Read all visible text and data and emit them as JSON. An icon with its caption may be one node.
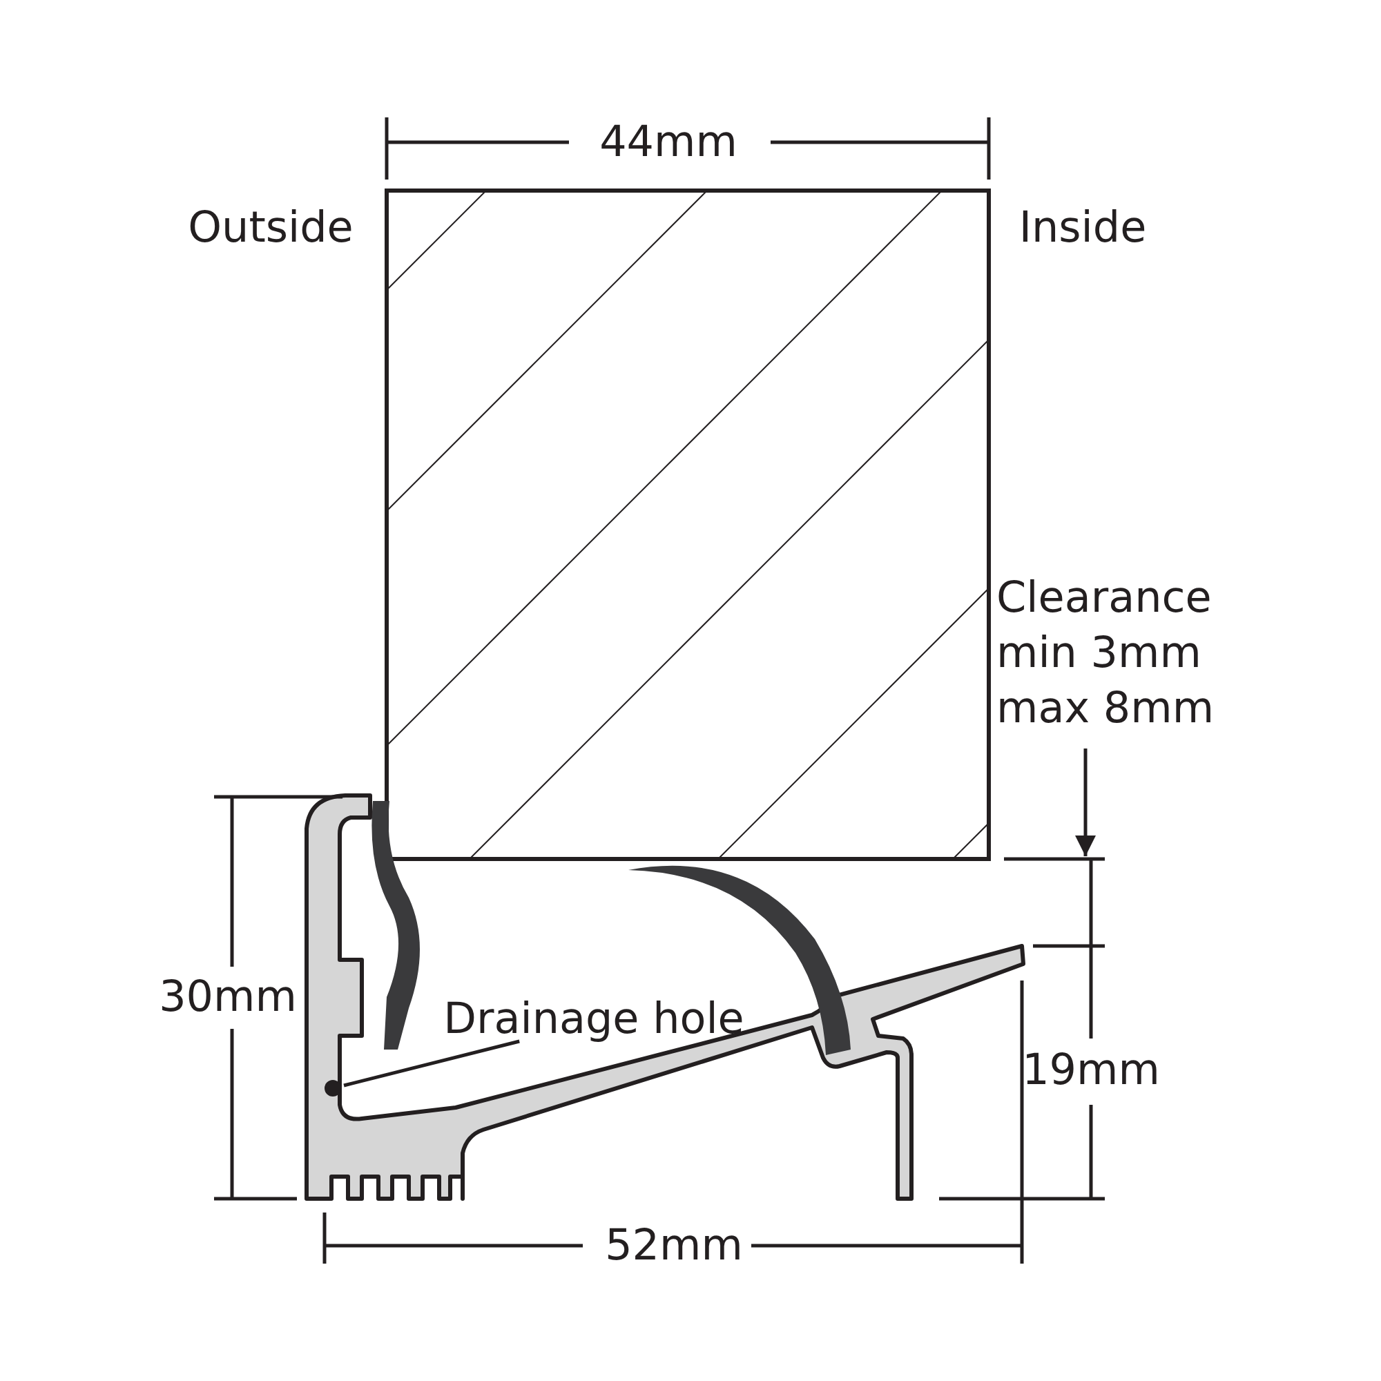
{
  "diagram": {
    "nodes": [
      {
        "text": [
          "Drainage hole"
        ]
      },
      {
        "text": [],
        "shape": "circle"
      }
    ],
    "edges": [
      {
        "from": 0,
        "to": 1,
        "arrow": "none"
      }
    ],
    "labels": [
      "44mm",
      "Outside",
      "Inside",
      "Clearance min 3mm max 8mm",
      "30mm",
      "19mm",
      "52mm"
    ]
  }
}
